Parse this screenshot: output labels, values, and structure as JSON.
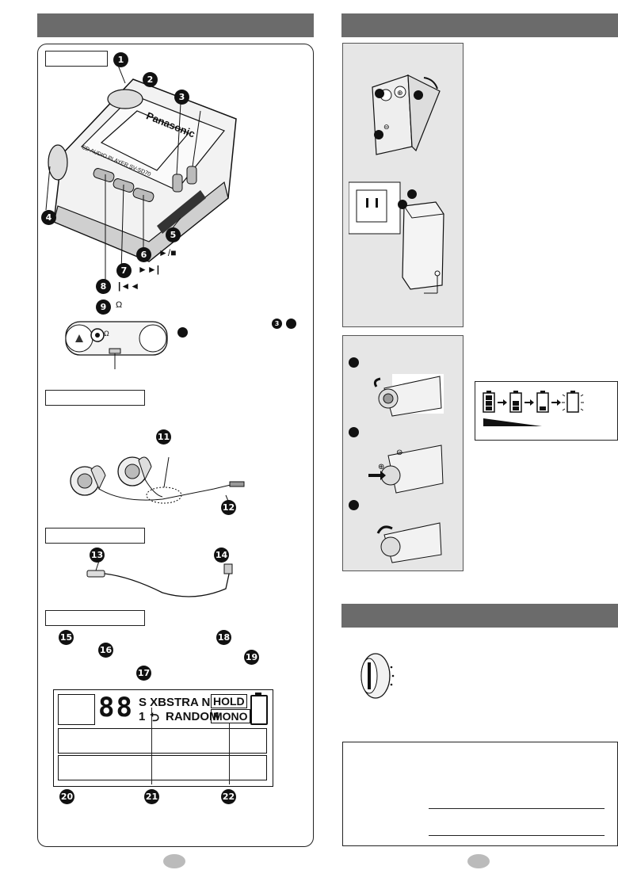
{
  "left_panel": {
    "device_brand": "Panasonic",
    "device_model_text": "SD  AUDIO PLAYER SV-SD70",
    "play_stop_symbol": "►/■",
    "skip_forward_symbol": "►►|",
    "skip_back_symbol": "|◄◄",
    "headphone_symbol": "Ω",
    "callout_numbers": [
      "1",
      "2",
      "3",
      "4",
      "5",
      "6",
      "7",
      "8",
      "9",
      "11",
      "12",
      "13",
      "14",
      "15",
      "16",
      "17",
      "18",
      "19",
      "20",
      "21",
      "22"
    ]
  },
  "lcd": {
    "segment_digits": "88",
    "row1": "S XBSTRA N",
    "hold": "HOLD",
    "row2_num": "1",
    "repeat_symbol": "⮌",
    "random": "RANDOM",
    "mono": "MONO"
  },
  "right_panel": {
    "step_letters": [
      "",
      "",
      ""
    ],
    "battery_sequence": [
      "full",
      "two-thirds",
      "one-third",
      "empty-blinking"
    ]
  },
  "colors": {
    "header": "#6b6b6b",
    "panel_gray": "#e6e6e6"
  }
}
